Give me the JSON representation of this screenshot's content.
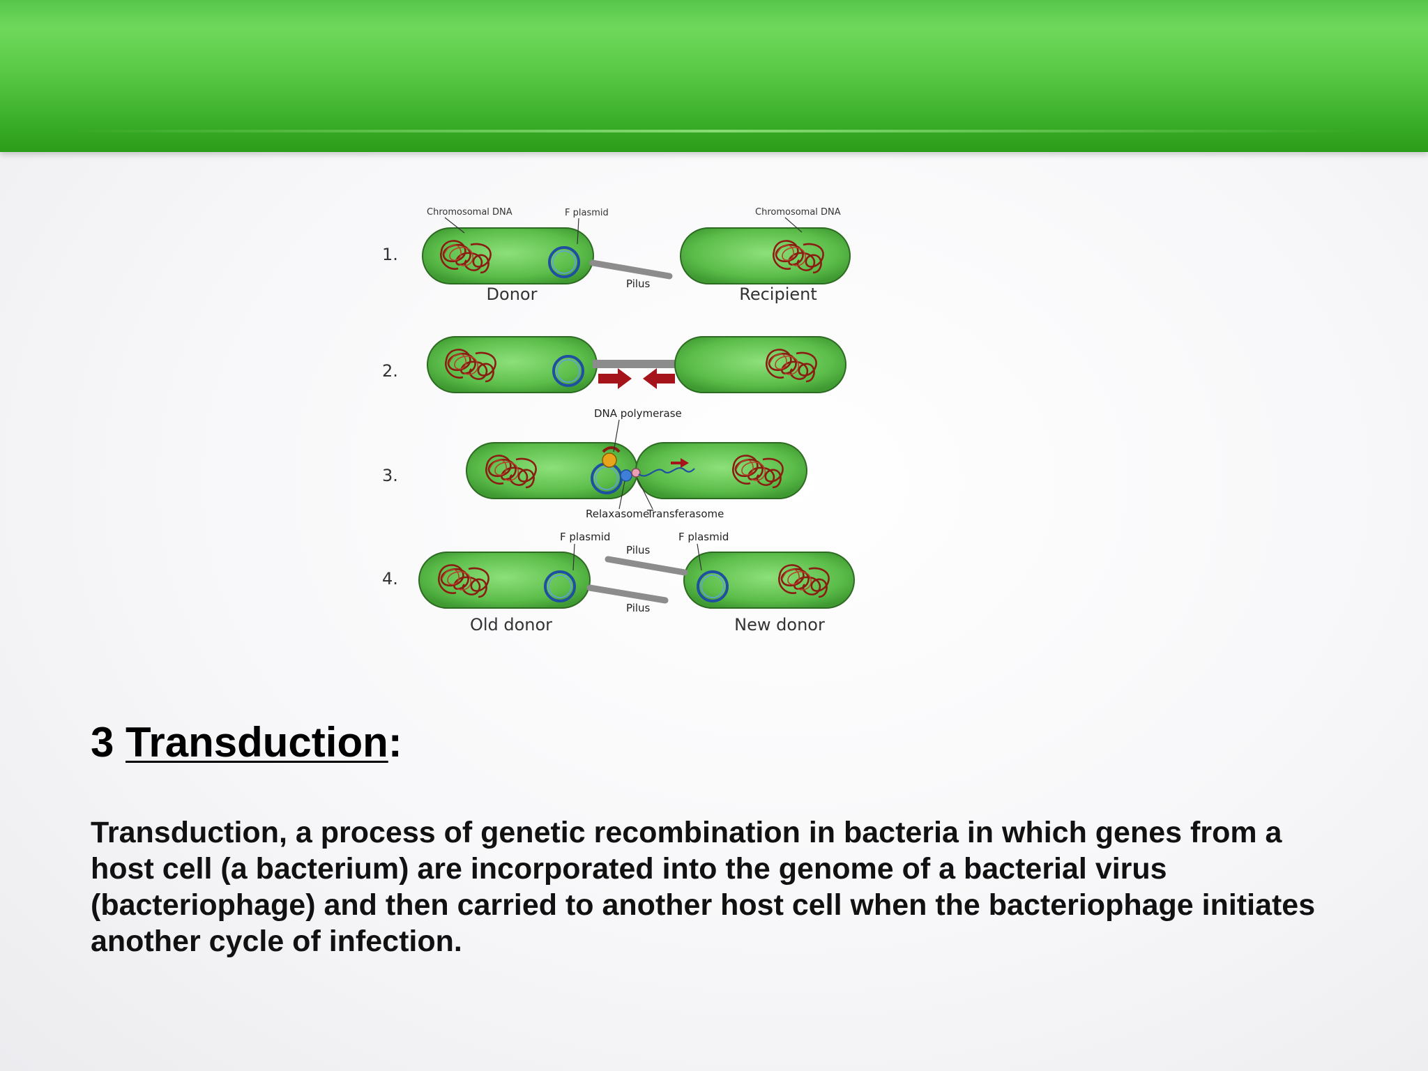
{
  "header": {
    "title": ""
  },
  "diagram": {
    "step_labels": [
      "1.",
      "2.",
      "3.",
      "4."
    ],
    "label_chromosomal_dna_donor": "Chromosomal DNA",
    "label_f_plasmid_top": "F plasmid",
    "label_chromosomal_dna_recipient": "Chromosomal DNA",
    "label_pilus_1": "Pilus",
    "label_donor": "Donor",
    "label_recipient": "Recipient",
    "label_dna_polymerase": "DNA polymerase",
    "label_relaxasome": "Relaxasome",
    "label_transferasome": "Transferasome",
    "label_f_plasmid_old": "F plasmid",
    "label_f_plasmid_new": "F plasmid",
    "label_pilus_4a": "Pilus",
    "label_pilus_4b": "Pilus",
    "label_old_donor": "Old donor",
    "label_new_donor": "New donor",
    "colors": {
      "cell_fill": "#5cbd4a",
      "cell_outline": "#2d6a22",
      "chromosome": "#8a1d12",
      "plasmid": "#1f4fa0",
      "pilus": "#8c8c8c",
      "arrow": "#a5141b"
    }
  },
  "section": {
    "number": "3",
    "title": "Transduction",
    "colon": ":"
  },
  "body": {
    "paragraph": "Transduction, a process of genetic recombination in bacteria in which genes from a host cell (a bacterium) are incorporated into the genome of a bacterial virus (bacteriophage) and then carried to another host cell when the bacteriophage initiates another cycle of infection."
  }
}
